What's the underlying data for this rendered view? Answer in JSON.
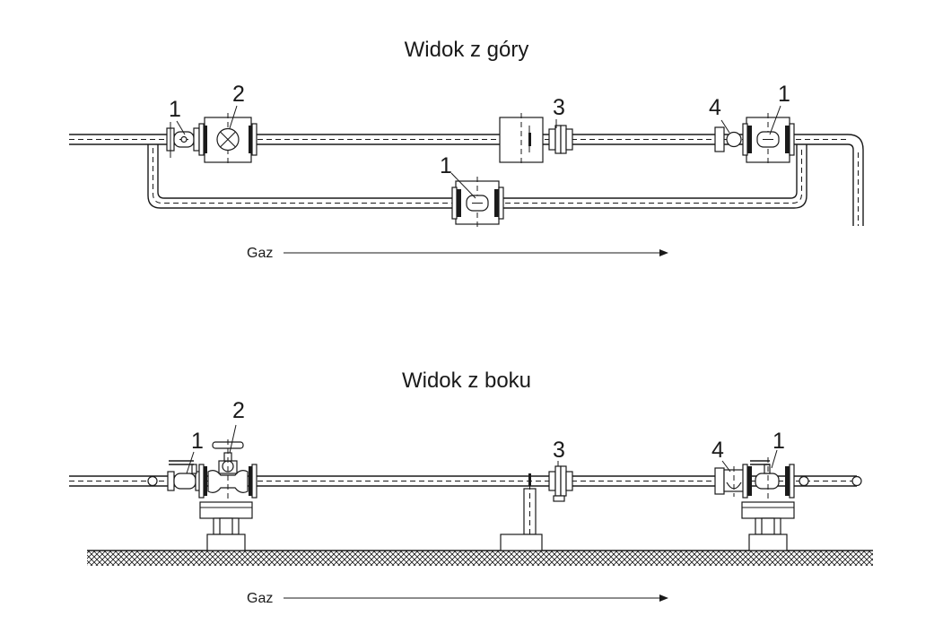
{
  "top_view": {
    "title": "Widok z góry",
    "labels": {
      "valve_left": "1",
      "item_2": "2",
      "item_3": "3",
      "item_4": "4",
      "valve_right": "1",
      "valve_bypass": "1"
    },
    "flow_label": "Gaz"
  },
  "side_view": {
    "title": "Widok z boku",
    "labels": {
      "valve_left": "1",
      "item_2": "2",
      "item_3": "3",
      "item_4": "4",
      "valve_right": "1"
    },
    "flow_label": "Gaz"
  }
}
